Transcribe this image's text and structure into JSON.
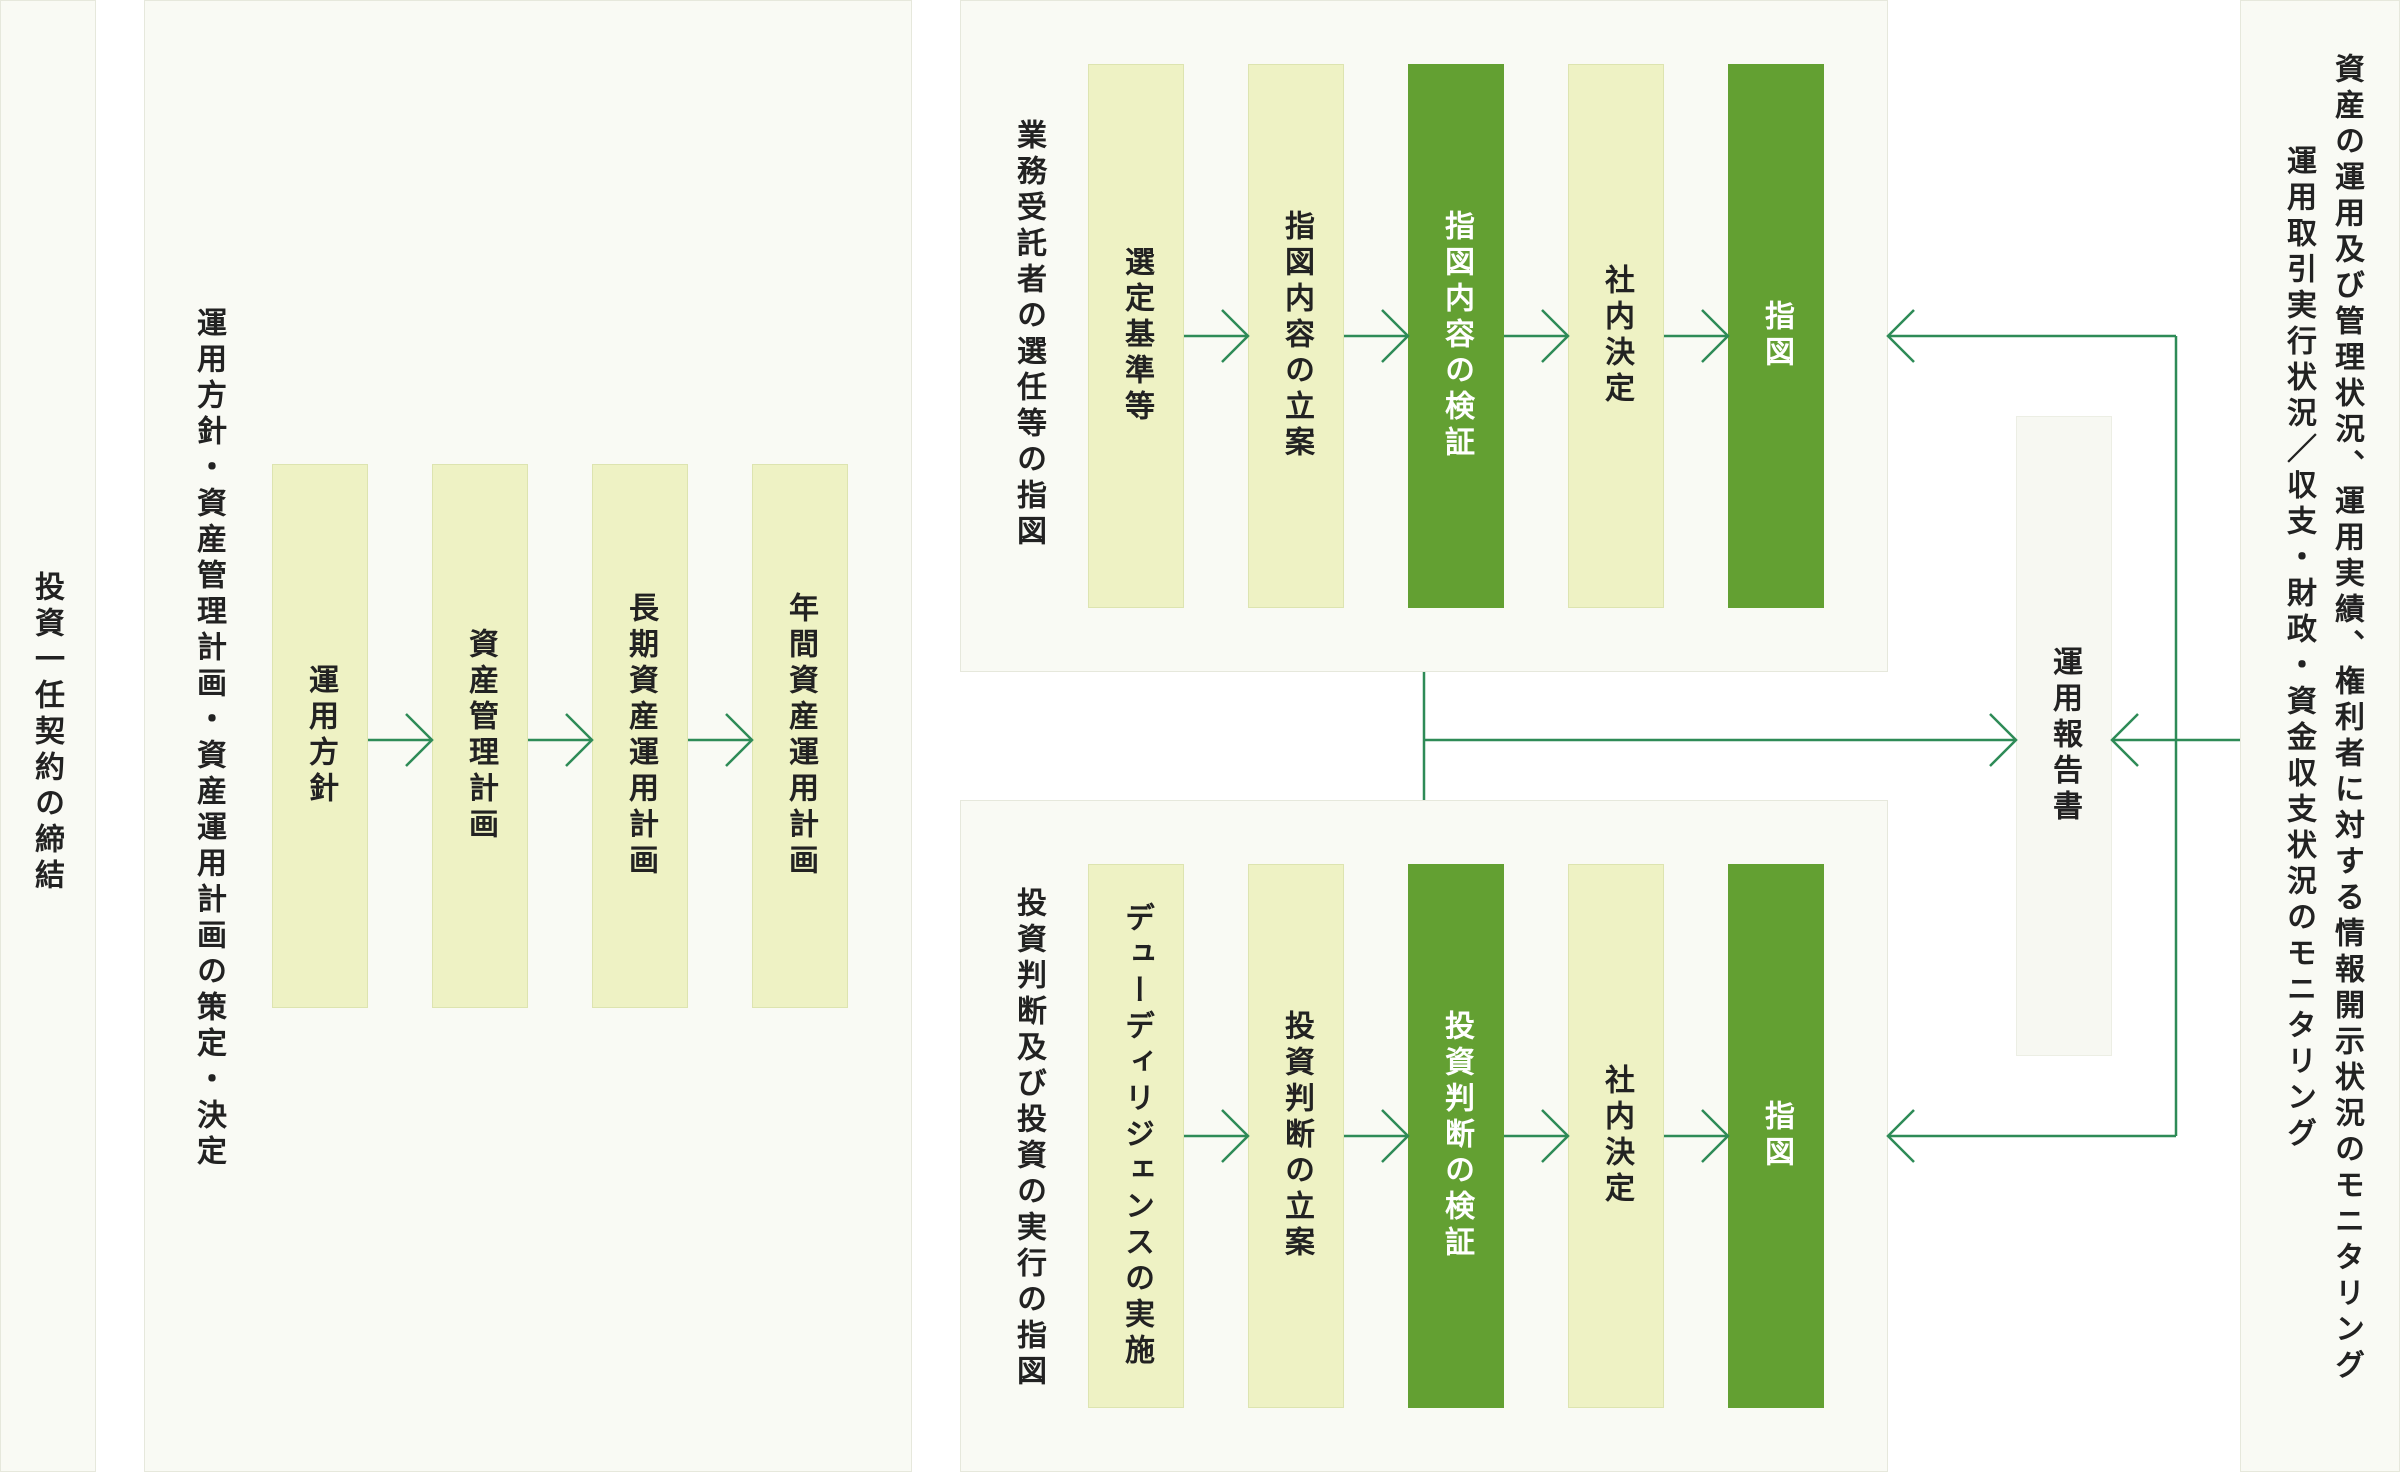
{
  "contract": {
    "label": "投資一任契約の締結"
  },
  "policy": {
    "label": "運用方針・資産管理計画・資産運用計画の策定・決定",
    "steps": [
      "運用方針",
      "資産管理計画",
      "長期資産運用計画",
      "年間資産運用計画"
    ]
  },
  "delegate": {
    "label": "業務受託者の選任等の指図",
    "steps": [
      "選定基準等",
      "指図内容の立案",
      "指図内容の検証",
      "社内決定",
      "指図"
    ]
  },
  "investment": {
    "label": "投資判断及び投資の実行の指図",
    "steps": [
      "デューディリジェンスの実施",
      "投資判断の立案",
      "投資判断の検証",
      "社内決定",
      "指図"
    ]
  },
  "report": {
    "label": "運用報告書"
  },
  "monitoring": {
    "line1": "資産の運用及び管理状況、運用実績、権利者に対する情報開示状況のモニタリング",
    "line2": "運用取引実行状況／収支・財政・資金収支状況のモニタリング"
  },
  "colors": {
    "panel_bg": "#f9faf4",
    "light_tile": "#eef2c4",
    "dark_tile": "#63a032",
    "connector": "#2e8b57"
  }
}
